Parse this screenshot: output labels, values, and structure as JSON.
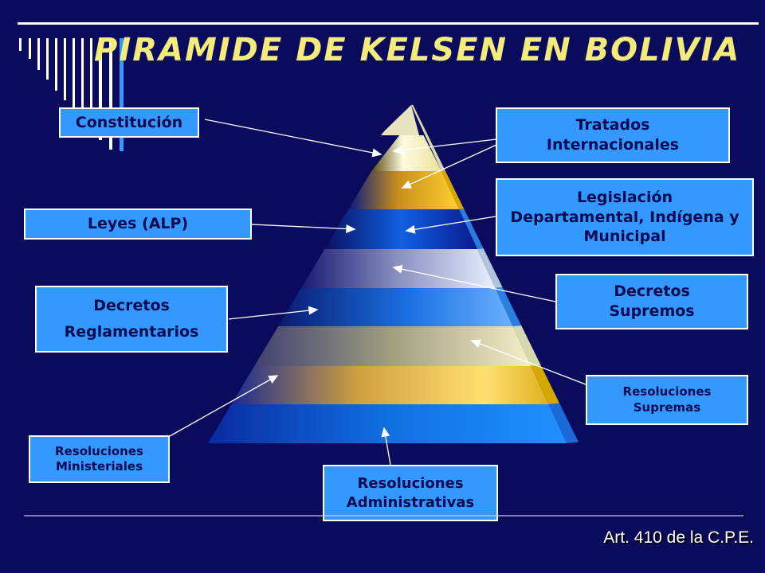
{
  "title": "PIRAMIDE DE KELSEN EN BOLIVIA",
  "labels": {
    "constitucion": "Constitución",
    "tratados": [
      "Tratados",
      "Internacionales"
    ],
    "legislacion": [
      "Legislación",
      "Departamental, Indígena y",
      "Municipal"
    ],
    "leyes": "Leyes (ALP)",
    "decretos_supremos": [
      "Decretos",
      "Supremos"
    ],
    "decretos_reglamentarios": [
      "Decretos",
      "Reglamentarios"
    ],
    "resoluciones_supremas": [
      "Resoluciones",
      "Supremas"
    ],
    "resoluciones_ministeriales": [
      "Resoluciones",
      "Ministeriales"
    ],
    "resoluciones_administrativas": [
      "Resoluciones",
      "Administrativas"
    ]
  },
  "footer": "Art. 410 de la C.P.E.",
  "colors": {
    "background": "#0b0b5e",
    "title": "#f4ec7a",
    "box_fill": "#3399ff",
    "box_border": "#ffffff",
    "box_text": "#0a0a52"
  }
}
